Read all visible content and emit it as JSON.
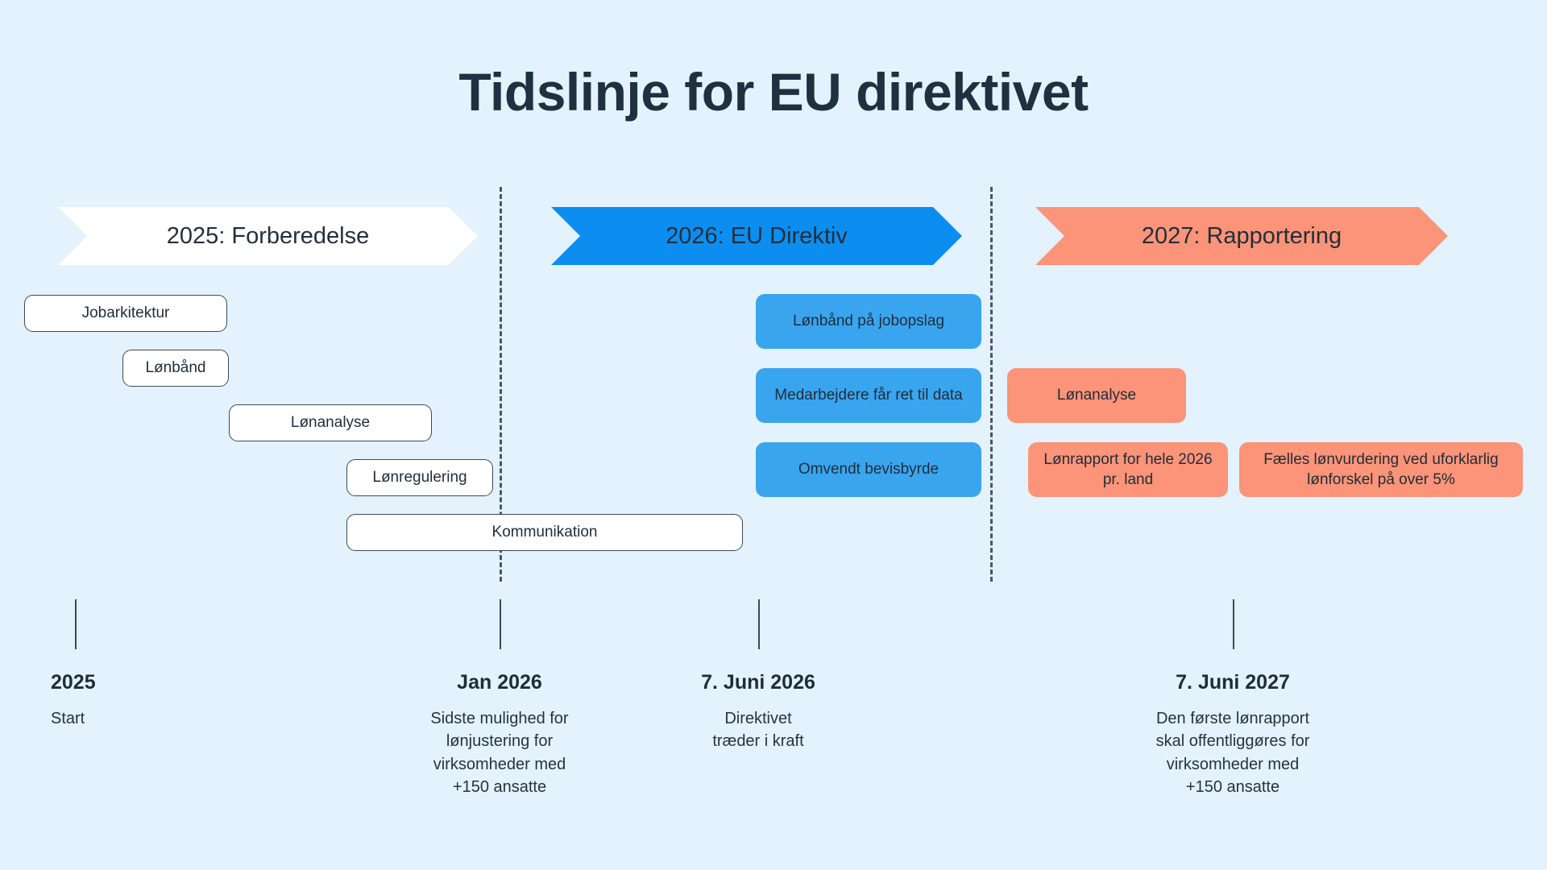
{
  "title": "Tidslinje for EU direktivet",
  "colors": {
    "background": "#e3f2fc",
    "banner_2025": "#ffffff",
    "banner_2026": "#0b8ef0",
    "banner_2027": "#fb9478",
    "task_blue": "#3aa5ef",
    "task_salmon": "#fb9478",
    "text_dark": "#1f2d3a"
  },
  "phases": [
    {
      "id": "2025",
      "label": "2025: Forberedelse"
    },
    {
      "id": "2026",
      "label": "2026: EU Direktiv"
    },
    {
      "id": "2027",
      "label": "2027: Rapportering"
    }
  ],
  "tasks_2025": [
    {
      "label": "Jobarkitektur"
    },
    {
      "label": "Lønbånd"
    },
    {
      "label": "Lønanalyse"
    },
    {
      "label": "Lønregulering"
    },
    {
      "label": "Kommunikation"
    }
  ],
  "tasks_2026": [
    {
      "label": "Lønbånd på jobopslag"
    },
    {
      "label": "Medarbejdere får ret til data"
    },
    {
      "label": "Omvendt bevisbyrde"
    }
  ],
  "tasks_2027": [
    {
      "label": "Lønanalyse"
    },
    {
      "label": "Lønrapport for hele 2026 pr. land"
    },
    {
      "label": "Fælles lønvurdering ved uforklarlig lønforskel på over 5%"
    }
  ],
  "markers": [
    {
      "date": "2025",
      "description": "Start"
    },
    {
      "date": "Jan 2026",
      "description": "Sidste mulighed for\nlønjustering for\nvirksomheder med\n+150 ansatte"
    },
    {
      "date": "7. Juni 2026",
      "description": "Direktivet\ntræder i kraft"
    },
    {
      "date": "7. Juni 2027",
      "description": "Den første lønrapport\nskal offentliggøres for\nvirksomheder med\n+150 ansatte"
    }
  ]
}
